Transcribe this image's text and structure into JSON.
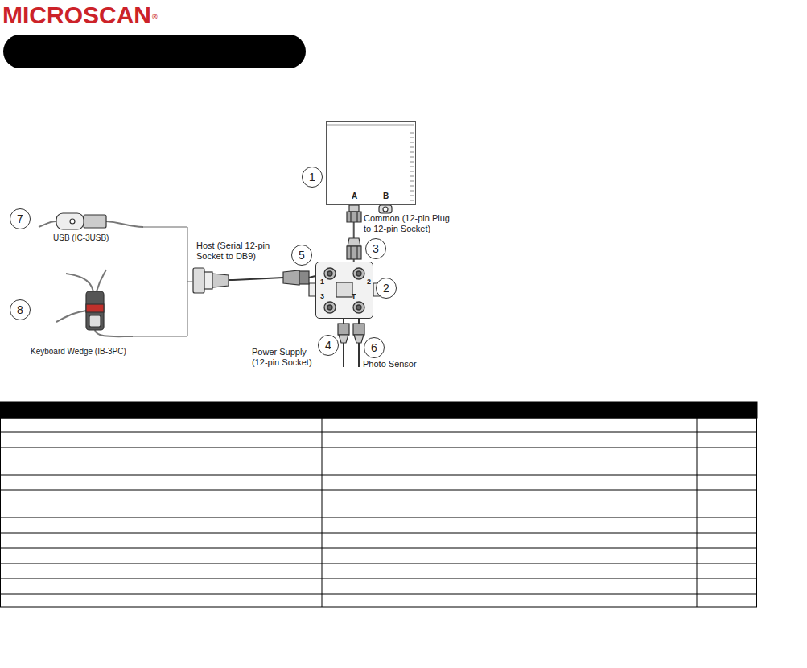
{
  "diagram": {
    "nodes": [
      {
        "text": [
          "A",
          "B"
        ]
      },
      {
        "text": [
          "1",
          "2",
          "3",
          "T"
        ]
      },
      {
        "text": [
          "1"
        ]
      },
      {
        "text": [
          "7"
        ]
      },
      {
        "text": [
          "5"
        ]
      },
      {
        "text": [
          "3"
        ]
      },
      {
        "text": [
          "2"
        ]
      },
      {
        "text": [
          "8"
        ]
      },
      {
        "text": [
          "4"
        ]
      },
      {
        "text": [
          "6"
        ]
      }
    ],
    "edges": [
      {
        "from": 0,
        "to": 1,
        "arrow": "none"
      }
    ],
    "labels": [
      "MICROSCAN",
      "®",
      "Common (12-pin Plug to 12-pin Socket)",
      "USB (IC-3USB)",
      "Host (Serial 12-pin Socket to DB9)",
      "Power Supply (12-pin Socket)",
      "Photo Sensor",
      "Keyboard Wedge (IB-3PC)"
    ]
  }
}
